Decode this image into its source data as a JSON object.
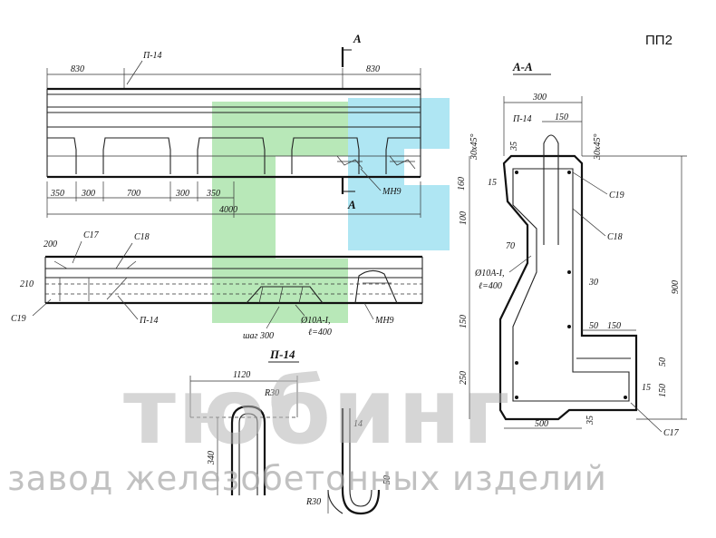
{
  "sheet_code": "ПП2",
  "watermark": {
    "brand": "тюбинг",
    "subtitle": "завод железобетонных изделий",
    "logo_colors": {
      "green": "#7fd67f",
      "cyan": "#6fd3ea"
    }
  },
  "elevation": {
    "dims_top": [
      "830",
      "830"
    ],
    "dims_bottom": [
      "350",
      "300",
      "700",
      "300",
      "350"
    ],
    "total_length": "4000",
    "labels": {
      "p14": "П-14",
      "mn9": "МН9"
    },
    "section_mark": "А"
  },
  "plan": {
    "labels": {
      "c17": "С17",
      "c18": "С18",
      "c19": "С19",
      "p14": "П-14",
      "mn9": "МН9",
      "d10": "Ø10А-I,",
      "l400": "ℓ=400",
      "step": "шаг 300"
    },
    "dims": [
      "200",
      "210"
    ]
  },
  "section": {
    "title": "А-А",
    "labels": {
      "p14": "П-14",
      "c19": "С19",
      "c18": "С18",
      "c17": "С17",
      "d10": "Ø10А-I,",
      "l400": "ℓ=400",
      "chamfer_left": "30x45°",
      "chamfer_right": "30x45°"
    },
    "dims": {
      "w300": "300",
      "w150": "150",
      "d35a": "35",
      "d160": "160",
      "d15a": "15",
      "d100": "100",
      "d70": "70",
      "d30": "30",
      "d150v": "150",
      "d50a": "50",
      "d150h": "150",
      "d250": "250",
      "d50b": "50",
      "d150r": "150",
      "d15b": "15",
      "d500": "500",
      "d35b": "35",
      "h900": "900"
    }
  },
  "detail": {
    "title": "П-14",
    "dims": {
      "w1120": "1120",
      "r30a": "R30",
      "h340": "340",
      "d14": "14",
      "d50": "50",
      "r30b": "R30"
    }
  }
}
